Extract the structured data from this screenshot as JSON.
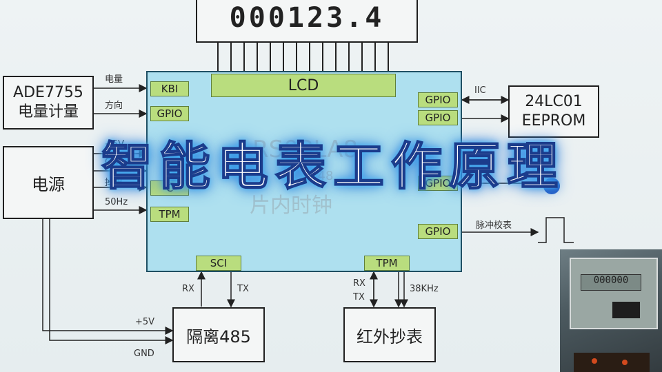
{
  "title": "智能电表工作原理",
  "display": "000123.4",
  "lcd_label": "LCD",
  "mcu": {
    "name_partial": "RS08LA8",
    "sub_partial": "-48",
    "clock": "片内时钟"
  },
  "pins": {
    "kbi": "KBI",
    "gpio_left": "GPIO",
    "tpm_left": "TPM",
    "sci": "SCI",
    "tpm_bottom": "TPM",
    "gpio_r1": "GPIO",
    "gpio_r2": "GPIO",
    "gpio_r3": "GPIO",
    "gpio_r4": "GPIO",
    "left_partial": "C"
  },
  "blocks": {
    "ade": [
      "ADE7755",
      "电量计量"
    ],
    "power": "电源",
    "eeprom": [
      "24LC01",
      "EEPROM"
    ],
    "iso485": "隔离485",
    "ir": "红外抄表"
  },
  "labels": {
    "energy": "电量",
    "direction": "方向",
    "p5v_top": "+5V",
    "gnd_top": "GN",
    "drop": "掉电",
    "hz50": "50Hz",
    "iic": "IIC",
    "pulse": "脉冲校表",
    "rx1": "RX",
    "tx1": "TX",
    "rx2": "RX",
    "tx2": "TX",
    "khz38": "38KHz",
    "p5v_bottom": "+5V",
    "gnd_bottom": "GND"
  },
  "photo_meter_display": "000000"
}
